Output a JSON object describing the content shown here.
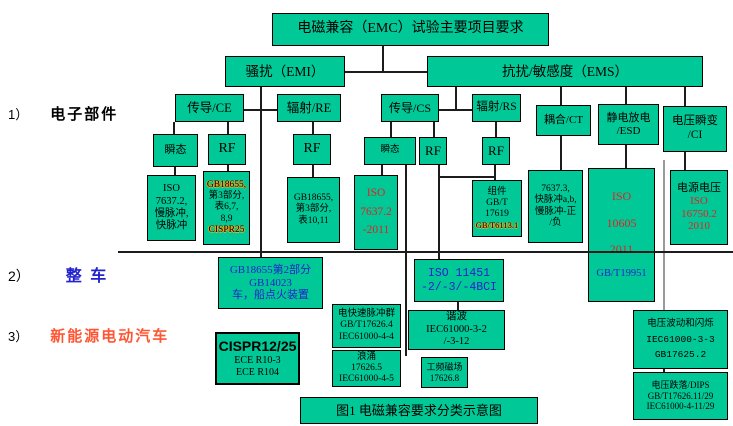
{
  "figure": {
    "caption": "图1 电磁兼容要求分类示意图"
  },
  "colors": {
    "box_green": "#00c896",
    "blue_text": "#2323cd",
    "red_text": "#e02323",
    "orange_label": "#ff5533"
  },
  "sections": [
    {
      "num": "1）",
      "label": "电子部件"
    },
    {
      "num": "2）",
      "label": "整 车"
    },
    {
      "num": "3）",
      "label": "新能源电动汽车"
    }
  ],
  "nodes": {
    "title": {
      "text": "电磁兼容（EMC）试验主要项目要求"
    },
    "emi": {
      "text": "骚扰（EMI）"
    },
    "ems": {
      "text": "抗扰/敏感度（EMS）"
    },
    "ce": {
      "text": "传导/CE"
    },
    "re": {
      "text": "辐射/RE"
    },
    "cs": {
      "text": "传导/CS"
    },
    "rs": {
      "text": "辐射/RS"
    },
    "ct": {
      "text": "耦合/CT"
    },
    "esd": {
      "lines": [
        "静电放电",
        "/ESD"
      ]
    },
    "ci": {
      "lines": [
        "电压瞬变",
        "/CI"
      ]
    },
    "transient_ce": {
      "text": "瞬态"
    },
    "rf_ce": {
      "text": "RF"
    },
    "rf_re": {
      "text": "RF"
    },
    "transient_cs": {
      "text": "瞬态"
    },
    "rf_cs": {
      "text": "RF"
    },
    "rf_rs": {
      "text": "RF"
    },
    "iso7637_2": {
      "lines": [
        "ISO",
        "7637.2,",
        "慢脉冲,",
        "快脉冲"
      ]
    },
    "gb18655_p3_cond": {
      "lines": [
        "GB18655,",
        "第3部分,",
        "表6,7,",
        "8,9",
        "CISPR25"
      ]
    },
    "gb18655_p3_rad": {
      "lines": [
        "GB18655,",
        "第3部分,",
        "表10,11"
      ]
    },
    "iso7637_2_2011": {
      "lines": [
        "ISO",
        "7637.2",
        "-2011"
      ]
    },
    "component_17619": {
      "lines": [
        "组件",
        "GB/T",
        "17619",
        "GB/T6113.1"
      ]
    },
    "iso7637_3": {
      "lines": [
        "7637.3,",
        "快脉冲a,b,",
        "慢脉冲-正",
        "/负"
      ]
    },
    "iso10605": {
      "lines": [
        "ISO",
        "10605",
        "2011",
        "GB/T19951"
      ]
    },
    "power_voltage": {
      "lines": [
        "电源电压",
        "ISO",
        "16750.2",
        "2010"
      ]
    },
    "gb18655_p2": {
      "lines": [
        "GB18655第2部分",
        "GB14023",
        "车，船点火装置"
      ]
    },
    "iso11451": {
      "lines": [
        "ISO 11451",
        "-2/-3/-4BCI"
      ]
    },
    "cispr12_25": {
      "lines": [
        "CISPR12/25",
        "ECE R10-3",
        "ECE R104"
      ]
    },
    "fast_transient": {
      "lines": [
        "电快速脉冲群",
        "GB/T17626.4",
        "IEC61000-4-4"
      ]
    },
    "harmonics": {
      "lines": [
        "谐波",
        "IEC61000-3-2",
        "/-3-12"
      ]
    },
    "surge": {
      "lines": [
        "浪涌",
        "17626.5",
        "IEC61000-4-5"
      ]
    },
    "mag_field": {
      "lines": [
        "工频磁场",
        "17626.8"
      ]
    },
    "flicker": {
      "lines": [
        "电压波动和闪烁",
        "IEC61000-3-3",
        "GB17625.2"
      ]
    },
    "dips": {
      "lines": [
        "电压跌落/DIPS",
        "GB/T17626.11/29",
        "IEC61000-4-11/29"
      ]
    }
  }
}
